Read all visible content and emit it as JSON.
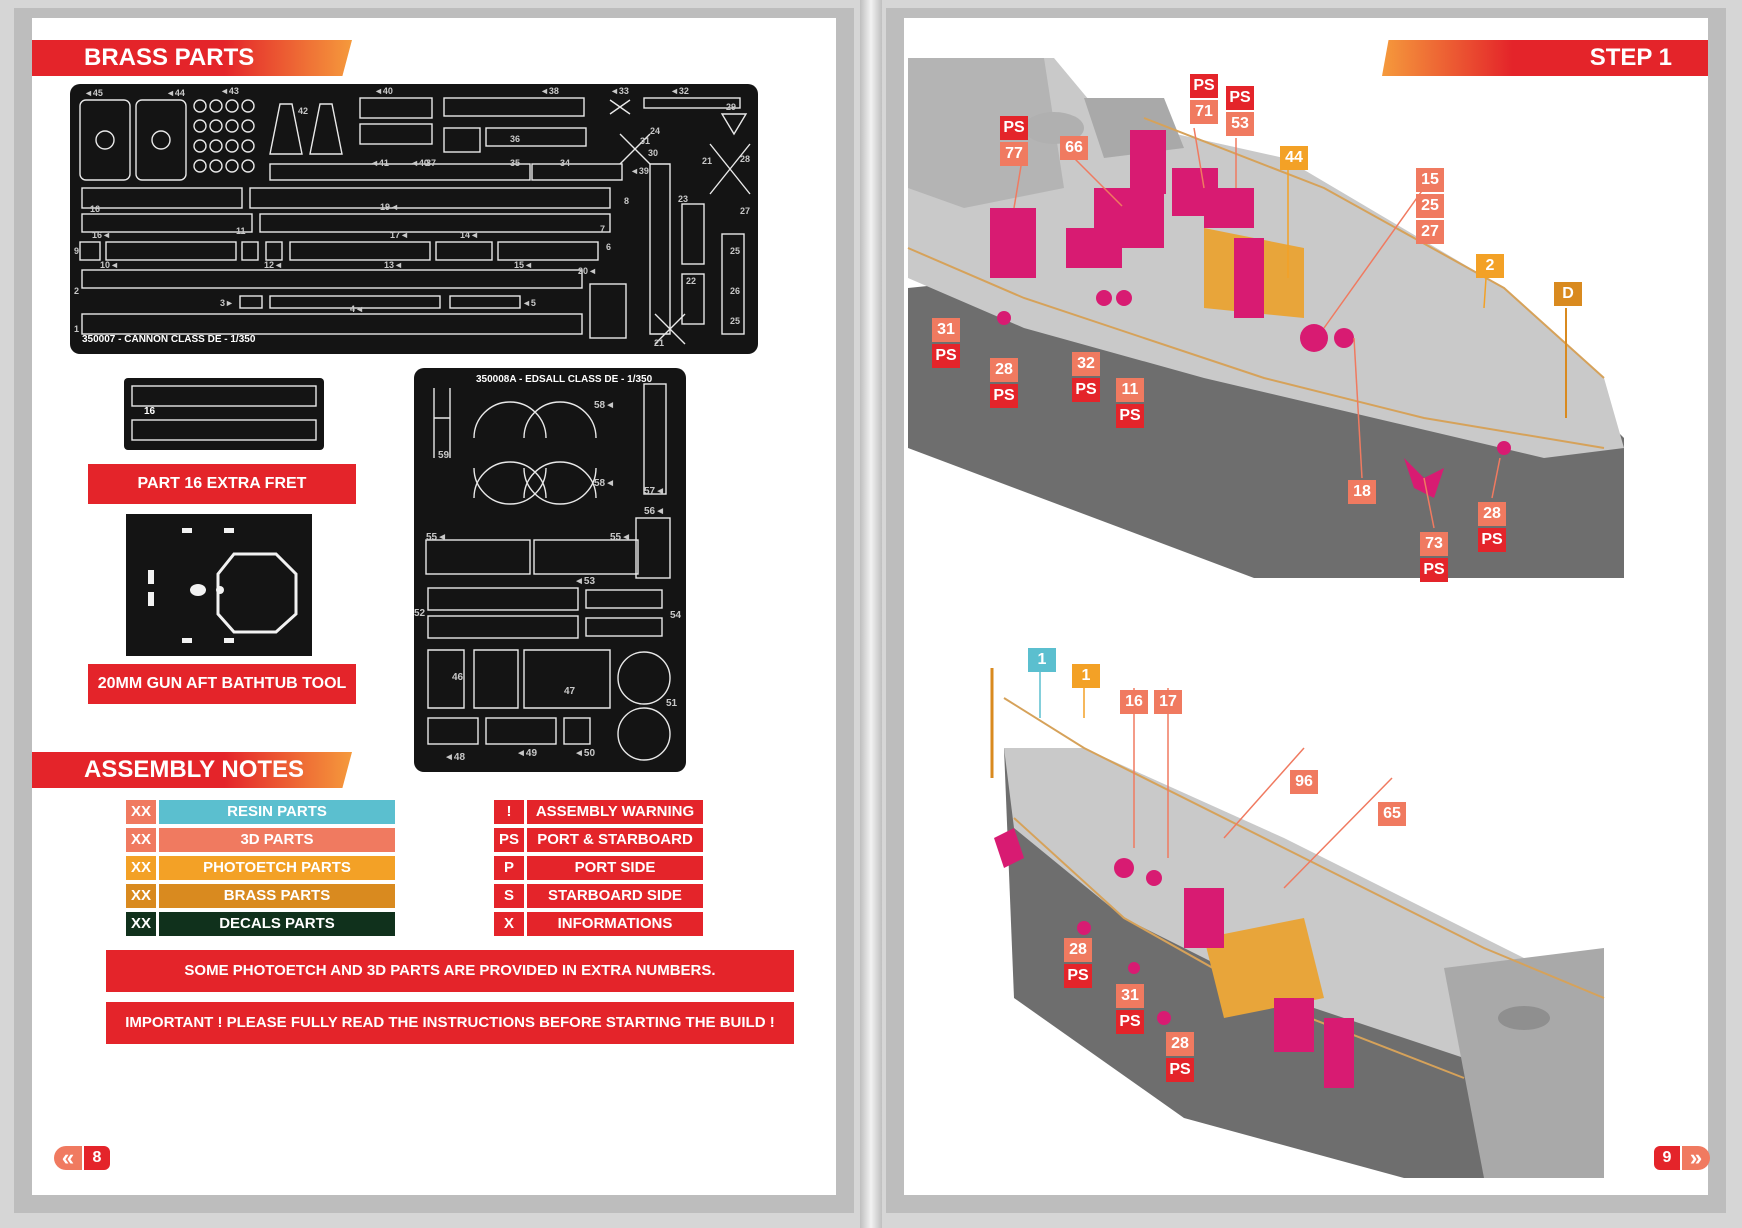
{
  "left_page": {
    "header": "BRASS PARTS",
    "fret_main": {
      "label": "350007 - CANNON CLASS DE - 1/350",
      "part_numbers": [
        "45",
        "44",
        "43",
        "42",
        "41",
        "40",
        "37",
        "38",
        "36",
        "35",
        "34",
        "33",
        "32",
        "31",
        "30",
        "29",
        "28",
        "27",
        "26",
        "25",
        "24",
        "23",
        "22",
        "21",
        "20",
        "19",
        "18",
        "17",
        "16",
        "15",
        "14",
        "13",
        "12",
        "11",
        "10",
        "9",
        "8",
        "7",
        "6",
        "5",
        "4",
        "3",
        "2",
        "1",
        "39"
      ]
    },
    "extra_fret": {
      "part_number": "16",
      "caption": "PART 16 EXTRA FRET"
    },
    "tool": {
      "caption": "20MM GUN AFT BATHTUB TOOL"
    },
    "fret_edsall": {
      "label": "350008A - EDSALL CLASS DE - 1/350",
      "part_numbers": [
        "58",
        "59",
        "58",
        "57",
        "56",
        "55",
        "55",
        "53",
        "52",
        "54",
        "46",
        "47",
        "51",
        "48",
        "49",
        "50"
      ]
    },
    "notes_header": "ASSEMBLY NOTES",
    "legend_left": [
      {
        "key": "XX",
        "label": "RESIN PARTS",
        "color": "#5bbfcf"
      },
      {
        "key": "XX",
        "label": "3D PARTS",
        "color": "#f07a60"
      },
      {
        "key": "XX",
        "label": "PHOTOETCH PARTS",
        "color": "#f3a126"
      },
      {
        "key": "XX",
        "label": "BRASS PARTS",
        "color": "#d98a1f"
      },
      {
        "key": "XX",
        "label": "DECALS PARTS",
        "color": "#10311c"
      }
    ],
    "legend_right": [
      {
        "key": "!",
        "label": "ASSEMBLY WARNING"
      },
      {
        "key": "PS",
        "label": "PORT & STARBOARD"
      },
      {
        "key": "P",
        "label": "PORT SIDE"
      },
      {
        "key": "S",
        "label": "STARBOARD SIDE"
      },
      {
        "key": "X",
        "label": "INFORMATIONS"
      }
    ],
    "notice_1": "SOME PHOTOETCH AND 3D PARTS ARE PROVIDED IN EXTRA NUMBERS.",
    "notice_2": "IMPORTANT ! PLEASE FULLY READ THE INSTRUCTIONS BEFORE STARTING THE BUILD !",
    "page_number": "8",
    "nav_icon": "«"
  },
  "right_page": {
    "header": "STEP 1",
    "callouts_top": [
      {
        "text": "PS",
        "color": "#e4242a"
      },
      {
        "text": "71",
        "color": "#f07a60"
      },
      {
        "text": "PS",
        "color": "#e4242a"
      },
      {
        "text": "53",
        "color": "#f07a60"
      },
      {
        "text": "PS",
        "color": "#e4242a"
      },
      {
        "text": "77",
        "color": "#f07a60"
      },
      {
        "text": "66",
        "color": "#f07a60"
      },
      {
        "text": "44",
        "color": "#f3a126"
      },
      {
        "text": "15",
        "color": "#f07a60"
      },
      {
        "text": "25",
        "color": "#f07a60"
      },
      {
        "text": "27",
        "color": "#f07a60"
      },
      {
        "text": "2",
        "color": "#f3a126"
      },
      {
        "text": "D",
        "color": "#d98a1f"
      },
      {
        "text": "31",
        "color": "#f07a60"
      },
      {
        "text": "PS",
        "color": "#e4242a"
      },
      {
        "text": "28",
        "color": "#f07a60"
      },
      {
        "text": "PS",
        "color": "#e4242a"
      },
      {
        "text": "32",
        "color": "#f07a60"
      },
      {
        "text": "PS",
        "color": "#e4242a"
      },
      {
        "text": "11",
        "color": "#f07a60"
      },
      {
        "text": "PS",
        "color": "#e4242a"
      },
      {
        "text": "18",
        "color": "#f07a60"
      },
      {
        "text": "73",
        "color": "#f07a60"
      },
      {
        "text": "PS",
        "color": "#e4242a"
      },
      {
        "text": "28",
        "color": "#f07a60"
      },
      {
        "text": "PS",
        "color": "#e4242a"
      }
    ],
    "callouts_bottom": [
      {
        "text": "1",
        "color": "#5bbfcf"
      },
      {
        "text": "1",
        "color": "#f3a126"
      },
      {
        "text": "16",
        "color": "#f07a60"
      },
      {
        "text": "17",
        "color": "#f07a60"
      },
      {
        "text": "96",
        "color": "#f07a60"
      },
      {
        "text": "65",
        "color": "#f07a60"
      },
      {
        "text": "28",
        "color": "#f07a60"
      },
      {
        "text": "PS",
        "color": "#e4242a"
      },
      {
        "text": "31",
        "color": "#f07a60"
      },
      {
        "text": "PS",
        "color": "#e4242a"
      },
      {
        "text": "28",
        "color": "#f07a60"
      },
      {
        "text": "PS",
        "color": "#e4242a"
      }
    ],
    "page_number": "9",
    "nav_icon": "»"
  }
}
